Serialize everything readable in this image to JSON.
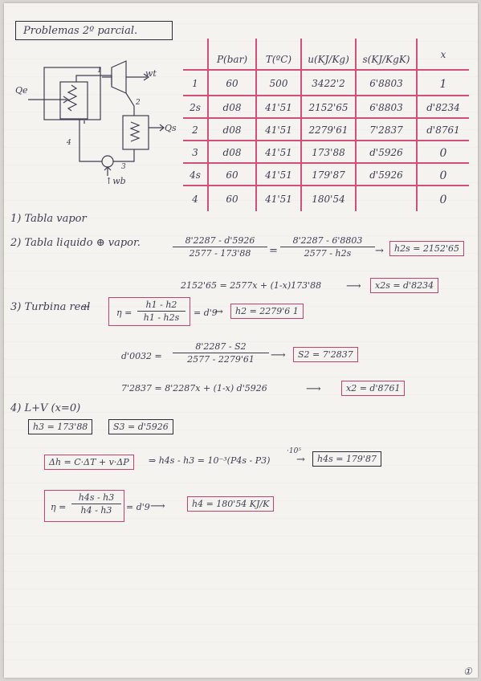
{
  "title": "Problemas 2º parcial.",
  "diagram": {
    "qe": "Qe",
    "wt": "wt",
    "qs": "Qs",
    "wb": "↑wb",
    "n1": "1",
    "n2": "2",
    "n3": "3",
    "n4": "4"
  },
  "table": {
    "headers": [
      "P(bar)",
      "T(ºC)",
      "u(KJ/Kg)",
      "s(KJ/KgK)",
      "x"
    ],
    "rows": [
      {
        "state": "1",
        "p": "60",
        "t": "500",
        "u": "3422'2",
        "s": "6'8803",
        "x": "1"
      },
      {
        "state": "2s",
        "p": "d08",
        "t": "41'51",
        "u": "2152'65",
        "s": "6'8803",
        "x": "d'8234"
      },
      {
        "state": "2",
        "p": "d08",
        "t": "41'51",
        "u": "2279'61",
        "s": "7'2837",
        "x": "d'8761"
      },
      {
        "state": "3",
        "p": "d08",
        "t": "41'51",
        "u": "173'88",
        "s": "d'5926",
        "x": "0"
      },
      {
        "state": "4s",
        "p": "60",
        "t": "41'51",
        "u": "179'87",
        "s": "d'5926",
        "x": "0"
      },
      {
        "state": "4",
        "p": "60",
        "t": "41'51",
        "u": "180'54",
        "s": "",
        "x": "0"
      }
    ]
  },
  "steps": {
    "s1": "1) Tabla vapor",
    "s2": "2) Tabla liquido ⊕ vapor.",
    "s3": "3) Turbina real",
    "s4": "4) L+V (x=0)"
  },
  "equations": {
    "e2_lhs_num": "8'2287 - d'5926",
    "e2_lhs_den": "2577 - 173'88",
    "e2_rhs_num": "8'2287 - 6'8803",
    "e2_rhs_den": "2577 - h2s",
    "e2_res": "h2s = 2152'65",
    "e2b": "2152'65 = 2577x + (1-x)173'88",
    "e2b_res": "x2s = d'8234",
    "e3_lhs": "η =",
    "e3_num": "h1 - h2",
    "e3_den": "h1 - h2s",
    "e3_mid": "= d'9",
    "e3_res": "h2 = 2279'6 1",
    "e3b_lhs": "d'0032 =",
    "e3b_num": "8'2287 - S2",
    "e3b_den": "2577 - 2279'61",
    "e3b_res": "S2 = 7'2837",
    "e3c": "7'2837 = 8'2287x + (1-x) d'5926",
    "e3c_res": "x2 = d'8761",
    "e4a": "h3 = 173'88",
    "e4b": "S3 = d'5926",
    "e4c": "Δh = C·ΔT + v·ΔP",
    "e4d": "⇒  h4s - h3 = 10⁻³(P4s - P3)",
    "e4d_exp": "·10⁵",
    "e4d_res": "h4s = 179'87",
    "e4e_lhs": "η =",
    "e4e_num": "h4s - h3",
    "e4e_den": "h4 - h3",
    "e4e_mid": "= d'9",
    "e4e_res": "h4 = 180'54 KJ/K",
    "page_num": "①"
  }
}
